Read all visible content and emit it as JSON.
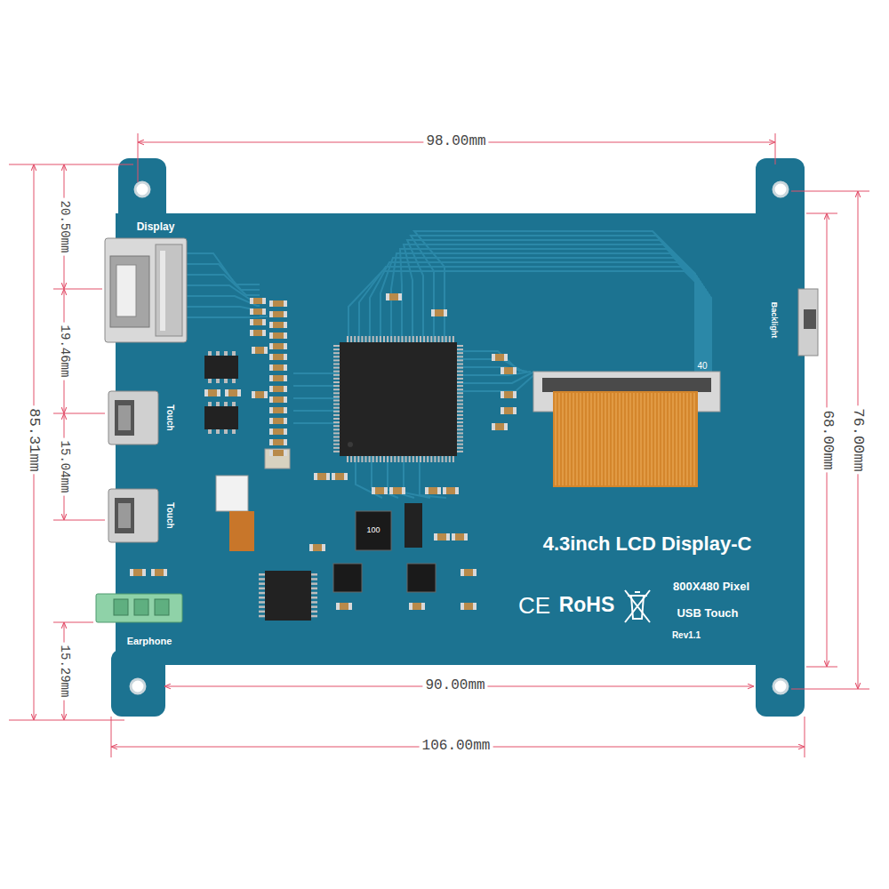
{
  "diagram": {
    "labels": [
      "98.00mm",
      "20.50mm",
      "19.46mm",
      "15.04mm",
      "15.29mm",
      "85.31mm",
      "76.00mm",
      "68.00mm",
      "90.00mm",
      "106.00mm",
      "Display",
      "Touch",
      "Touch",
      "Earphone",
      "Backlight",
      "4.3inch LCD Display-C",
      "CE",
      "RoHS",
      "800X480 Pixel",
      "USB Touch",
      "Rev1.1",
      "40",
      "100"
    ]
  }
}
